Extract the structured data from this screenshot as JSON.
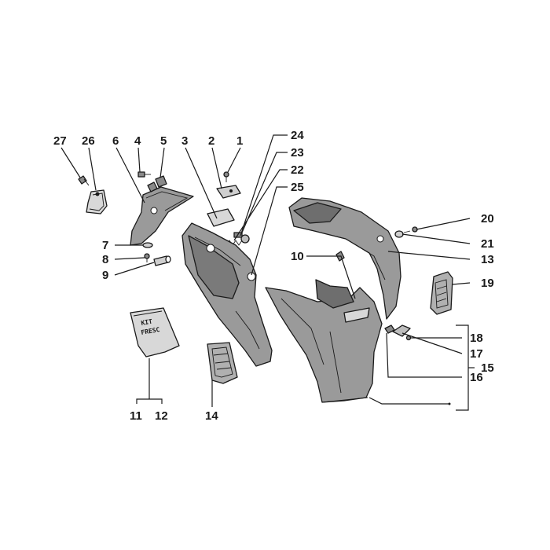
{
  "callouts": {
    "c27": "27",
    "c26": "26",
    "c6": "6",
    "c4": "4",
    "c5": "5",
    "c3": "3",
    "c2": "2",
    "c1": "1",
    "c24": "24",
    "c23": "23",
    "c22": "22",
    "c25": "25",
    "c20": "20",
    "c21": "21",
    "c13": "13",
    "c10": "10",
    "c19": "19",
    "c7": "7",
    "c8": "8",
    "c9": "9",
    "c18": "18",
    "c17": "17",
    "c15": "15",
    "c16": "16",
    "c14": "14",
    "c11": "11",
    "c12": "12"
  },
  "kit_bag": {
    "line1": "KIT",
    "line2": "FRESC"
  },
  "colors": {
    "ink": "#1a1a1a",
    "panel_fill": "#9a9a9a",
    "panel_dark": "#6e6e6e",
    "panel_light": "#c4c4c4"
  }
}
